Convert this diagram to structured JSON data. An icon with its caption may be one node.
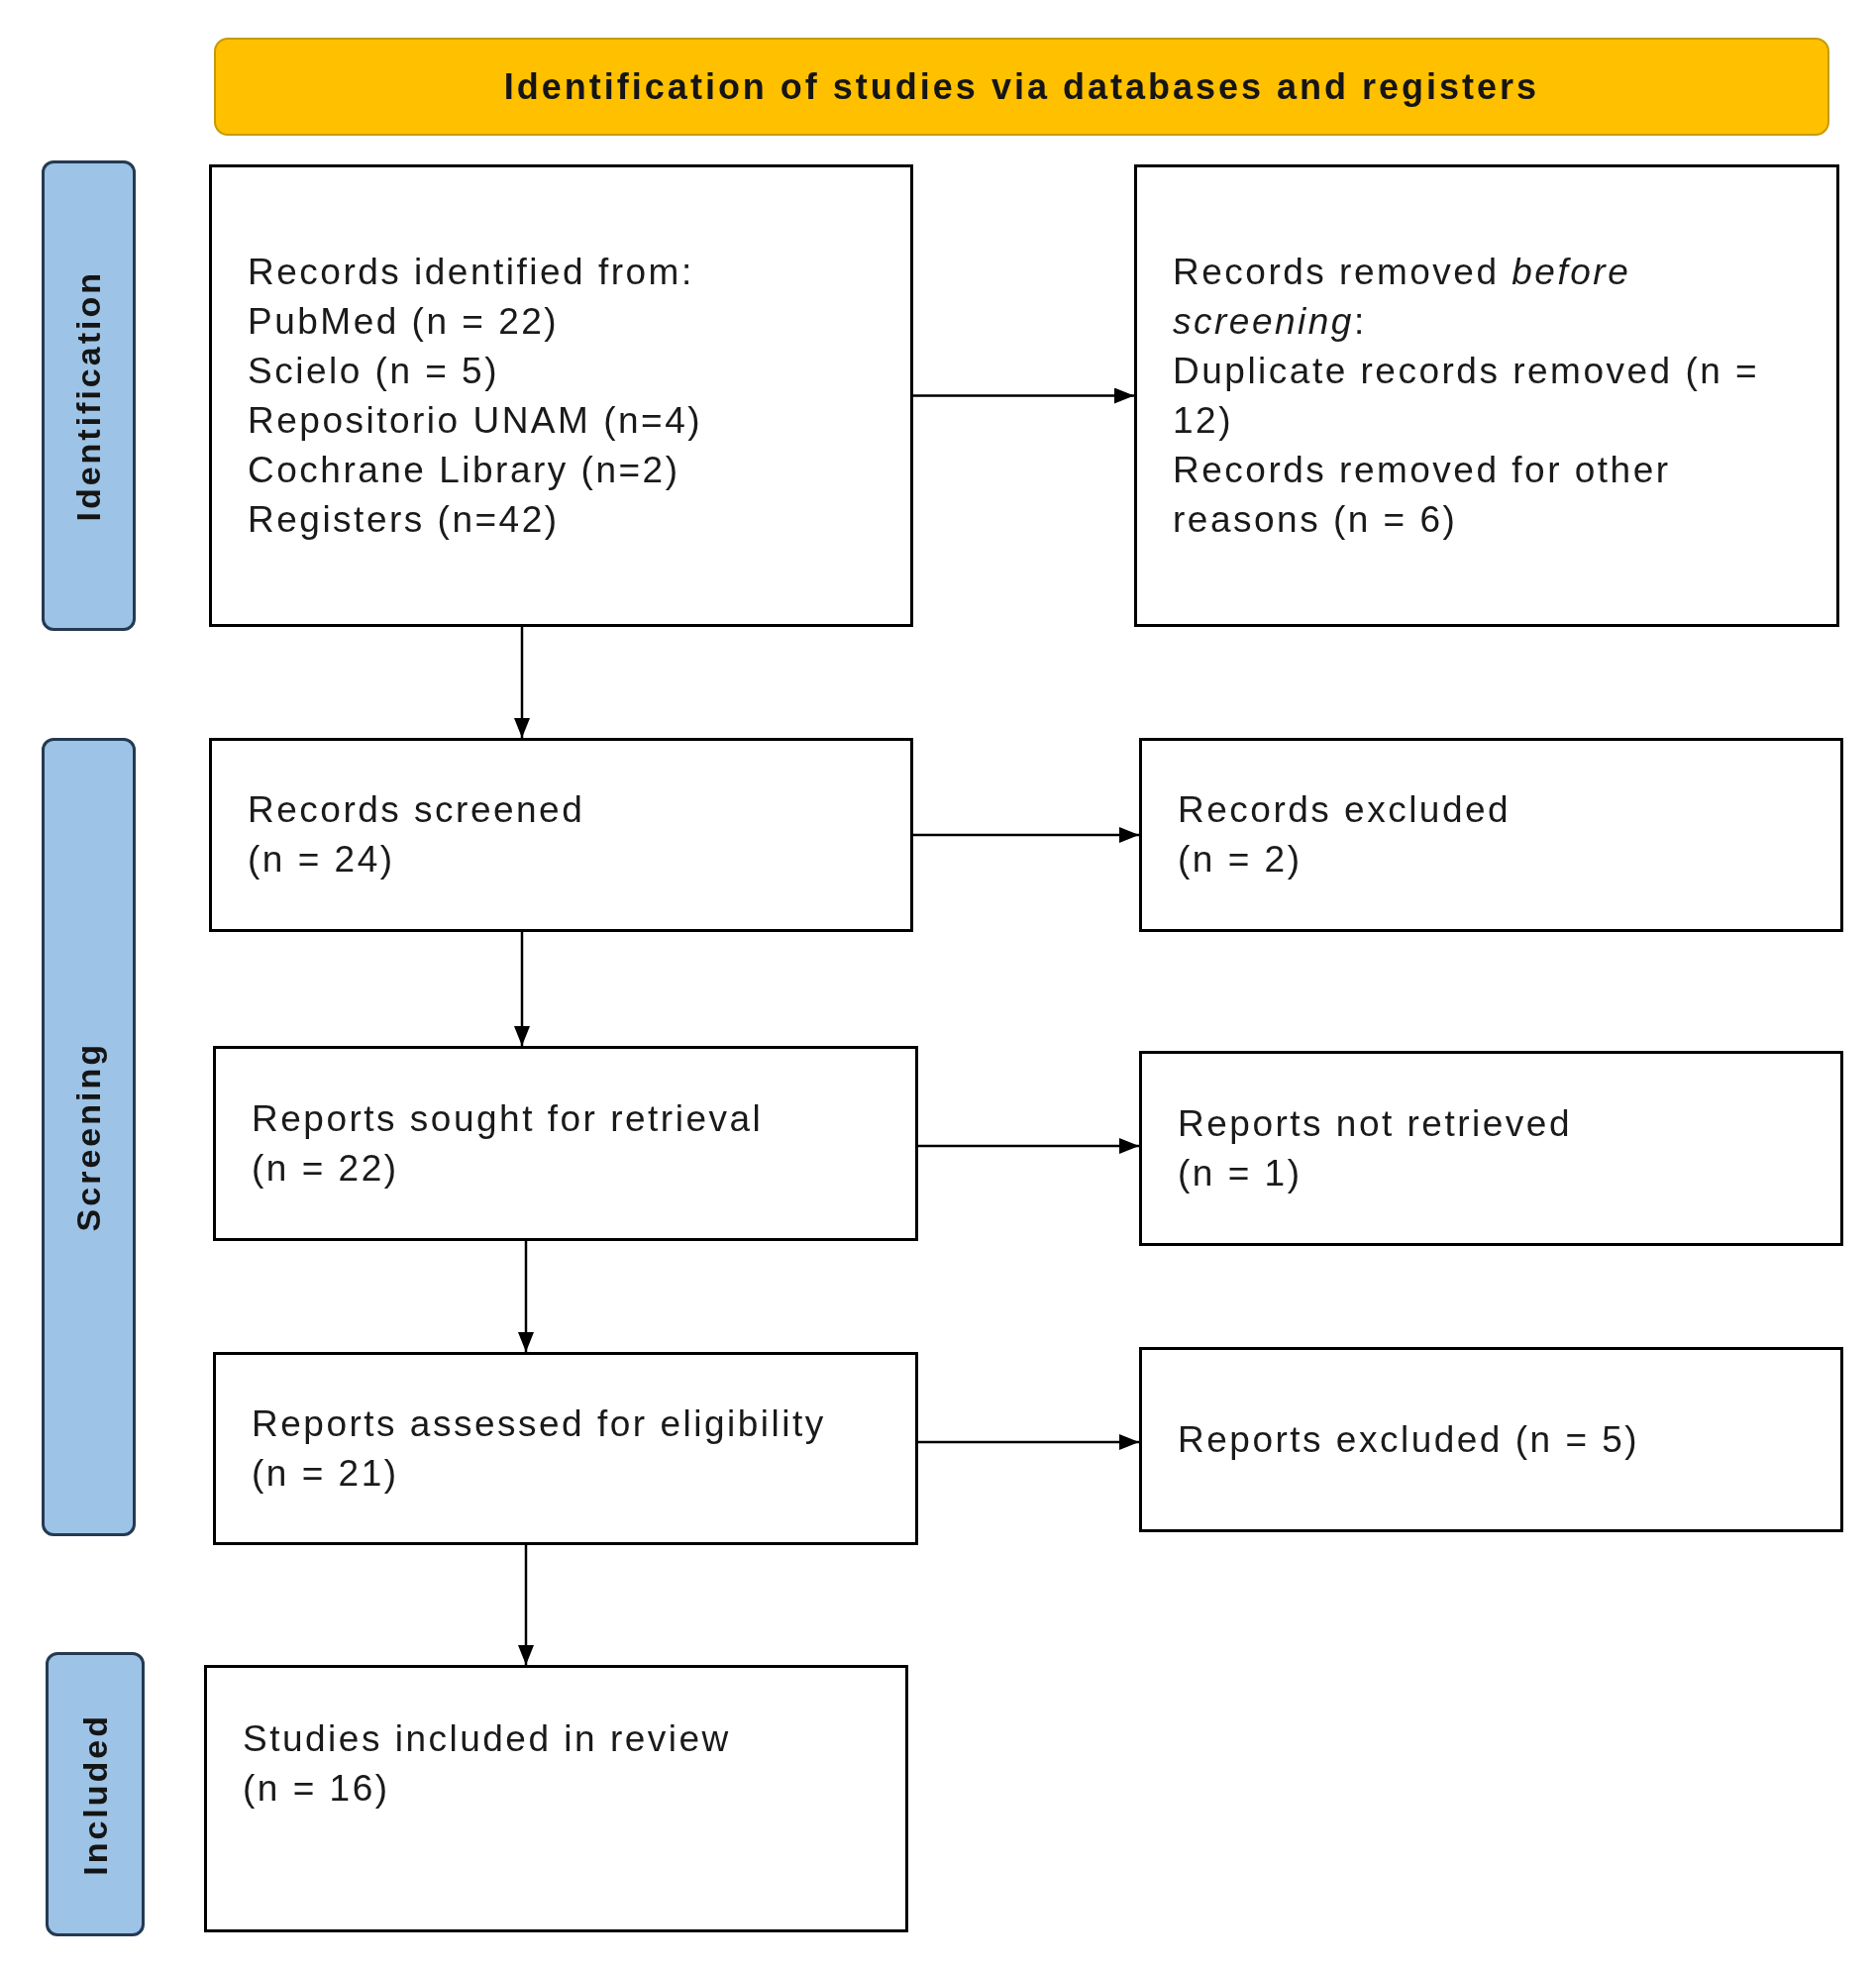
{
  "diagram": {
    "nodes": [
      {
        "text": [
          "Identification of studies via databases and registers"
        ]
      },
      {
        "text": [
          "Identification"
        ]
      },
      {
        "text": [
          "Records identified from:",
          "PubMed (n = 22)",
          "Scielo (n = 5)",
          "Repositorio UNAM (n=4)",
          "Cochrane Library (n=2)",
          "Registers (n=42)"
        ]
      },
      {
        "text": [
          "Records removed *before screening*:",
          "Duplicate records removed (n = 12)",
          "Records removed for other reasons (n = 6)"
        ]
      },
      {
        "text": [
          "Screening"
        ]
      },
      {
        "text": [
          "Records screened",
          "(n = 24)"
        ]
      },
      {
        "text": [
          "Records excluded",
          "(n = 2)"
        ]
      },
      {
        "text": [
          "Reports sought for retrieval",
          "(n = 22)"
        ]
      },
      {
        "text": [
          "Reports not retrieved",
          "(n = 1)"
        ]
      },
      {
        "text": [
          "Reports assessed for eligibility",
          "(n = 21)"
        ]
      },
      {
        "text": [
          "Reports excluded (n = 5)"
        ]
      },
      {
        "text": [
          "Included"
        ]
      },
      {
        "text": [
          "Studies included in review",
          "(n = 16)"
        ]
      }
    ],
    "edges": [
      {
        "from": 2,
        "to": 3,
        "arrow": "to"
      },
      {
        "from": 2,
        "to": 5,
        "arrow": "to"
      },
      {
        "from": 5,
        "to": 6,
        "arrow": "to"
      },
      {
        "from": 5,
        "to": 7,
        "arrow": "to"
      },
      {
        "from": 7,
        "to": 8,
        "arrow": "to"
      },
      {
        "from": 7,
        "to": 9,
        "arrow": "to"
      },
      {
        "from": 9,
        "to": 10,
        "arrow": "to"
      },
      {
        "from": 9,
        "to": 12,
        "arrow": "to"
      }
    ]
  }
}
